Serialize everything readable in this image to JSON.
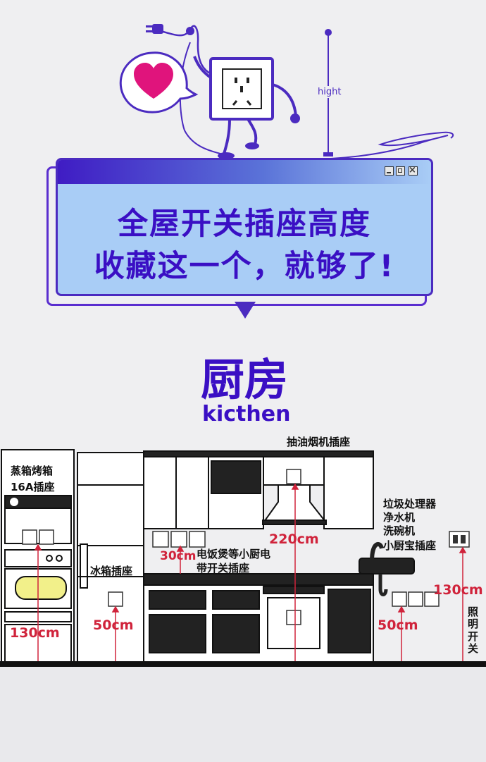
{
  "banner": {
    "line1": "全屋开关插座高度",
    "line2": "收藏这一个，就够了!",
    "height_label": "hight"
  },
  "section": {
    "title_cn": "厨房",
    "title_en": "kicthen"
  },
  "labels": {
    "steam_oven": "蒸箱烤箱",
    "socket_16a": "16A插座",
    "fridge_socket": "冰箱插座",
    "hood_socket": "抽油烟机插座",
    "small_appliance_1": "电饭煲等小厨电",
    "small_appliance_2": "带开关插座",
    "sink_1": "垃圾处理器",
    "sink_2": "净水机",
    "sink_3": "洗碗机",
    "sink_4": "小厨宝插座",
    "light_switch": "照明开关"
  },
  "measurements": {
    "oven": "130cm",
    "fridge": "50cm",
    "counter": "30cm",
    "hood": "220cm",
    "under_sink": "50cm",
    "switch": "130cm"
  },
  "colors": {
    "accent": "#3a0fc4",
    "window_fill": "#a9cdf6",
    "measure": "#d0233b",
    "heart": "#e0147c",
    "background": "#efeff1"
  }
}
